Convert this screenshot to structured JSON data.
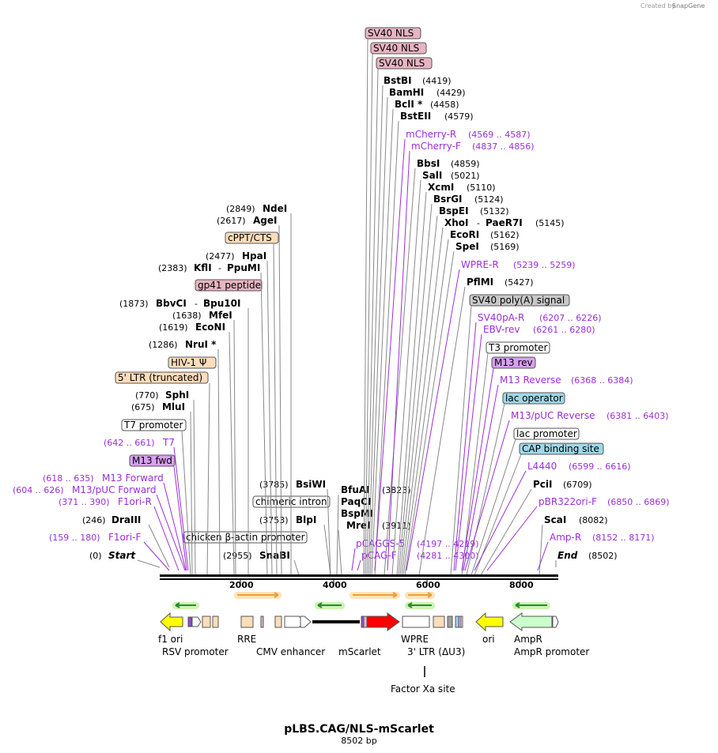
{
  "credit": "Created by",
  "brand": "SnapGene",
  "plasmid": {
    "name": "pLBS.CAG/NLS-mScarlet",
    "length_label": "8502 bp"
  },
  "ticks": [
    "2000",
    "4000",
    "6000",
    "8000"
  ],
  "features_top": [
    "SV40 NLS",
    "SV40 NLS",
    "SV40 NLS",
    "cPPT/CTS",
    "gp41 peptide",
    "HIV-1 Ψ",
    "5' LTR (truncated)",
    "T7 promoter",
    "M13 fwd",
    "chimeric intron",
    "chicken β-actin promoter",
    "SV40 poly(A) signal",
    "T3 promoter",
    "M13 rev",
    "lac operator",
    "lac promoter",
    "CAP binding site"
  ],
  "sites": {
    "left": [
      {
        "name": "NdeI",
        "pos": "(2849)"
      },
      {
        "name": "AgeI",
        "pos": "(2617)"
      },
      {
        "name": "HpaI",
        "pos": "(2477)"
      },
      {
        "name": "KflI",
        "pos": "(2383)"
      },
      {
        "name": "PpuMI",
        "pos": ""
      },
      {
        "name": "BbvCI",
        "pos": "(1873)"
      },
      {
        "name": "Bpu10I",
        "pos": ""
      },
      {
        "name": "MfeI",
        "pos": "(1638)"
      },
      {
        "name": "EcoNI",
        "pos": "(1619)"
      },
      {
        "name": "NruI *",
        "pos": "(1286)"
      },
      {
        "name": "SphI",
        "pos": "(770)"
      },
      {
        "name": "MluI",
        "pos": "(675)"
      },
      {
        "name": "DraIII",
        "pos": "(246)"
      },
      {
        "name": "Start",
        "pos": "(0)"
      },
      {
        "name": "BsiWI",
        "pos": "(3785)"
      },
      {
        "name": "BlpI",
        "pos": "(3753)"
      },
      {
        "name": "SnaBI",
        "pos": "(2955)"
      }
    ],
    "right": [
      {
        "name": "BstBI",
        "pos": "(4419)"
      },
      {
        "name": "BamHI",
        "pos": "(4429)"
      },
      {
        "name": "BclI *",
        "pos": "(4458)"
      },
      {
        "name": "BstEII",
        "pos": "(4579)"
      },
      {
        "name": "BbsI",
        "pos": "(4859)"
      },
      {
        "name": "SalI",
        "pos": "(5021)"
      },
      {
        "name": "XcmI",
        "pos": "(5110)"
      },
      {
        "name": "BsrGI",
        "pos": "(5124)"
      },
      {
        "name": "BspEI",
        "pos": "(5132)"
      },
      {
        "name": "XhoI",
        "pos": ""
      },
      {
        "name": "PaeR7I",
        "pos": "(5145)"
      },
      {
        "name": "EcoRI",
        "pos": "(5162)"
      },
      {
        "name": "SpeI",
        "pos": "(5169)"
      },
      {
        "name": "PflMI",
        "pos": "(5427)"
      },
      {
        "name": "PciI",
        "pos": "(6709)"
      },
      {
        "name": "ScaI",
        "pos": "(8082)"
      },
      {
        "name": "End",
        "pos": "(8502)"
      },
      {
        "name": "BfuAI",
        "pos": "(3823)"
      },
      {
        "name": "PaqCI",
        "pos": ""
      },
      {
        "name": "BspMI",
        "pos": ""
      },
      {
        "name": "MreI",
        "pos": "(3911)"
      }
    ]
  },
  "primers": {
    "left": [
      {
        "name": "T7",
        "pos": "(642 .. 661)"
      },
      {
        "name": "M13 Forward",
        "pos": "(618 .. 635)"
      },
      {
        "name": "M13/pUC Forward",
        "pos": "(604 .. 626)"
      },
      {
        "name": "F1ori-R",
        "pos": "(371 .. 390)"
      },
      {
        "name": "F1ori-F",
        "pos": "(159 .. 180)"
      }
    ],
    "right": [
      {
        "name": "mCherry-R",
        "pos": "(4569 .. 4587)"
      },
      {
        "name": "mCherry-F",
        "pos": "(4837 .. 4856)"
      },
      {
        "name": "WPRE-R",
        "pos": "(5239 .. 5259)"
      },
      {
        "name": "SV40pA-R",
        "pos": "(6207 .. 6226)"
      },
      {
        "name": "EBV-rev",
        "pos": "(6261 .. 6280)"
      },
      {
        "name": "M13 Reverse",
        "pos": "(6368 .. 6384)"
      },
      {
        "name": "M13/pUC Reverse",
        "pos": "(6381 .. 6403)"
      },
      {
        "name": "L4440",
        "pos": "(6599 .. 6616)"
      },
      {
        "name": "pBR322ori-F",
        "pos": "(6850 .. 6869)"
      },
      {
        "name": "Amp-R",
        "pos": "(8152 .. 8171)"
      },
      {
        "name": "pCAGGS-5",
        "pos": "(4197 .. 4219)"
      },
      {
        "name": "pCAG-F",
        "pos": "(4281 .. 4300)"
      }
    ]
  },
  "features_bottom": [
    "f1 ori",
    "RSV promoter",
    "RRE",
    "CMV enhancer",
    "mScarlet",
    "WPRE",
    "3' LTR (ΔU3)",
    "ori",
    "AmpR",
    "AmpR promoter",
    "Factor Xa site"
  ],
  "colors": {
    "enzyme": "#000000",
    "primer": "#9a2fd6",
    "ori": "#ffff00",
    "mscarlet": "#ff0000",
    "ampr": "#ccffcc",
    "ltr": "#ffddbb",
    "nls": "#e8b4c4",
    "polyA": "#c8c8c8",
    "lacop": "#a0d8e8",
    "m13": "#d8a0f0",
    "orf_arrow": "#e8a040"
  }
}
